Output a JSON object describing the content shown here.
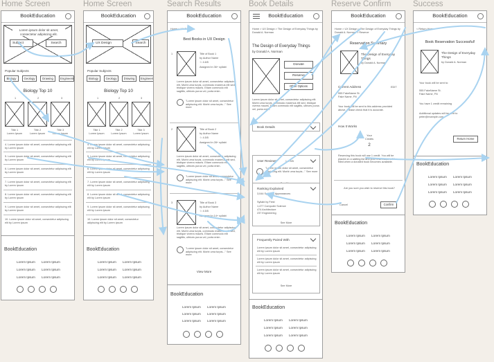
{
  "column_titles": [
    "Home Screen",
    "Home Screen",
    "Search Results",
    "Book Details",
    "Reserve Confirm",
    "Success"
  ],
  "brand": "BookEducation",
  "lorem_short": "Lorem ipsum dolor sit amet, consectetur adipiscing elit.",
  "lorem_line": "Lorem ipsum dolor sit amet, consectetur adipiscing elit by Lorem ipsum",
  "lorem_para": "Lorem ipsum dolor sit amet, consectetur adipiscing elit. Morbi urna turpis, commodo maximus elit sed, tristique viverra mauris. Etiam commodo elit sagittis, ultrices purus vel, porta enim.",
  "lorem_quote": "\"Lorem ipsum dolor sit amet, consectetur adipiscing elit. Morbi urna turpis...\" See more",
  "footer_link": "Lorem Ipsum",
  "home1": {
    "search_placeholder": "Subject",
    "search_button": "Search",
    "popular_label": "Popular Subjects",
    "chips": [
      "Biology",
      "Geology",
      "Drawing",
      "Engineering"
    ],
    "top_title": "Biology Top 10",
    "ranks": [
      "1",
      "2",
      "3"
    ],
    "top_books": [
      "Title 1",
      "Title 2",
      "Title 3"
    ],
    "top_authors": [
      "Lorem Ipsum",
      "Lorem Ipsum",
      "Lorem Ipsum"
    ],
    "list": [
      "4. Lorem ipsum dolor sit amet, consectetur adipiscing elit by Lorem ipsum",
      "5. Lorem ipsum dolor sit amet, consectetur adipiscing elit by Lorem ipsum",
      "6. Lorem ipsum dolor sit amet, consectetur adipiscing elit by Lorem ipsum",
      "7. Lorem ipsum dolor sit amet, consectetur adipiscing elit by Lorem ipsum",
      "8. Lorem ipsum dolor sit amet, consectetur adipiscing elit by Lorem ipsum",
      "9. Lorem ipsum dolor sit amet, consectetur adipiscing elit by Lorem ipsum",
      "10. Lorem ipsum dolor sit amet, consectetur adipiscing elit by Lorem ipsum"
    ]
  },
  "home2": {
    "search_value": "UX Design",
    "search_button": "Search",
    "popular_label": "Popular Subjects",
    "chips": [
      "Biology",
      "Geology",
      "Drawing",
      "Engineering"
    ],
    "top_title": "Biology Top 10"
  },
  "search": {
    "breadcrumb": "Home > UX Design",
    "title": "Best Books in UX Design",
    "results": [
      {
        "num": "1",
        "title": "Title of Book 1",
        "author": "by Author Name",
        "rating": "4.6/5",
        "meta": "Assigned in 36+ syllabi"
      },
      {
        "num": "2",
        "title": "Title of Book 2",
        "author": "by Author Name",
        "rating": "4.5/5",
        "meta": "Assigned in 28+ syllabi"
      },
      {
        "num": "3",
        "title": "Title of Book 3",
        "author": "by Author Name",
        "rating": "4.5/5",
        "meta": "Assigned in 14+ syllabi"
      }
    ],
    "view_more": "View More"
  },
  "details": {
    "breadcrumb": "Home > UX Design > The Design of Everyday Things by Donald A. Norman",
    "book_title": "The Design of Everyday Things",
    "book_author": "by Donald A. Norman",
    "donate": "Donate",
    "reserve": "Reserve",
    "other_options": "Other Options",
    "book_details": "Book Details",
    "user_reviews": "User Reviews",
    "reviews_rating": "4.9/5",
    "see_more": "See More",
    "ranking_title": "Ranking Explained",
    "ranking_sub": "3,044 Syllabus Appearances",
    "syllabi_field": "Syllabi by Field",
    "fields": [
      "1,477 Computer Science",
      "474 Architecture",
      "237 Engineering"
    ],
    "paired_title": "Frequently Paired With"
  },
  "reserve": {
    "breadcrumb": "Home > UX Design > The Design of Everyday Things by Donald A. Norman > Reserve",
    "title": "Reservation Summary",
    "book_title": "The Design of Everyday Things",
    "book_author": "by Donald A. Norman",
    "address_label": "Current Address",
    "edit": "EDIT",
    "address": [
      "555 FakeName St.",
      "Fake Name, FN"
    ],
    "note": "Your book will be sent to this address provided above. Please check that it is accurate.",
    "how_it_works": "How It Works",
    "credits_label": "Your Credits",
    "credits": "2",
    "explain": "Reserving this book will use 1 credit. You will be placed on a waiting list and your reservation will be filled when a donated book becomes available.",
    "question": "Are you sure you wish to reserve this book?",
    "cancel": "Cancel",
    "confirm": "Confirm"
  },
  "success": {
    "return": "< Return Home",
    "title": "Book Reservation Successful!",
    "book_title": "The Design of Everyday Things",
    "book_author": "by Donald A. Norman",
    "sent_to": "Your book will be sent to:",
    "address": [
      "555 FakeName St.",
      "Fake Name, FN"
    ],
    "credits_left": "You have 1 credit remaining",
    "updates": "Additional updates will be sent to peter@example.com",
    "return_button": "Return Home"
  },
  "colors": {
    "background": "#f3efe9",
    "arrow": "#a9d3f0",
    "frame_border": "#9c9c9c"
  }
}
